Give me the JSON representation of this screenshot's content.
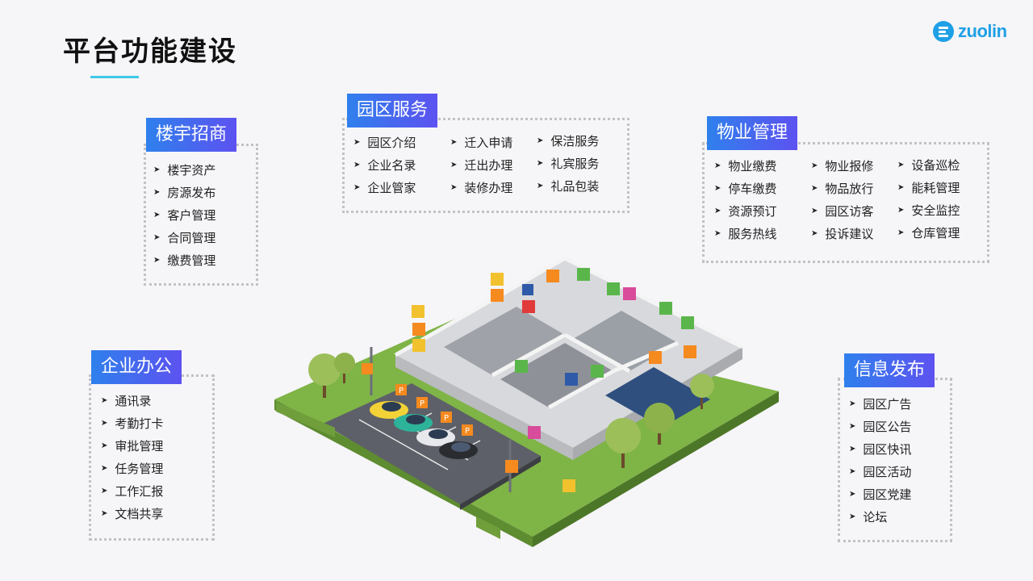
{
  "page": {
    "title": "平台功能建设"
  },
  "logo": {
    "text": "zuolin"
  },
  "sections": {
    "louyu": {
      "title": "楼宇招商",
      "items": [
        "楼宇资产",
        "房源发布",
        "客户管理",
        "合同管理",
        "缴费管理"
      ]
    },
    "yuanqu": {
      "title": "园区服务",
      "items": [
        "园区介绍",
        "企业名录",
        "企业管家",
        "迁入申请",
        "迁出办理",
        "装修办理",
        "保洁服务",
        "礼宾服务",
        "礼品包装"
      ]
    },
    "wuye": {
      "title": "物业管理",
      "items": [
        "物业缴费",
        "停车缴费",
        "资源预订",
        "服务热线",
        "物业报修",
        "物品放行",
        "园区访客",
        "投诉建议",
        "设备巡检",
        "能耗管理",
        "安全监控",
        "仓库管理"
      ]
    },
    "qiye": {
      "title": "企业办公",
      "items": [
        "通讯录",
        "考勤打卡",
        "审批管理",
        "任务管理",
        "工作汇报",
        "文档共享"
      ]
    },
    "xinxi": {
      "title": "信息发布",
      "items": [
        "园区广告",
        "园区公告",
        "园区快讯",
        "园区活动",
        "园区党建",
        "论坛"
      ]
    }
  },
  "colors": {
    "header_gradient_start": "#2f80ed",
    "header_gradient_end": "#5d52f0",
    "accent_line": "#3ec9e6",
    "logo": "#1fa0e6",
    "dotted_border": "#c2c2c6"
  },
  "illustration": {
    "icons": [
      "parking-icon",
      "wifi-icon",
      "door-icon",
      "cloud-icon",
      "map-pin-icon",
      "person-icon",
      "battery-icon",
      "chat-icon",
      "wrench-icon",
      "faucet-icon",
      "accessibility-icon"
    ]
  }
}
